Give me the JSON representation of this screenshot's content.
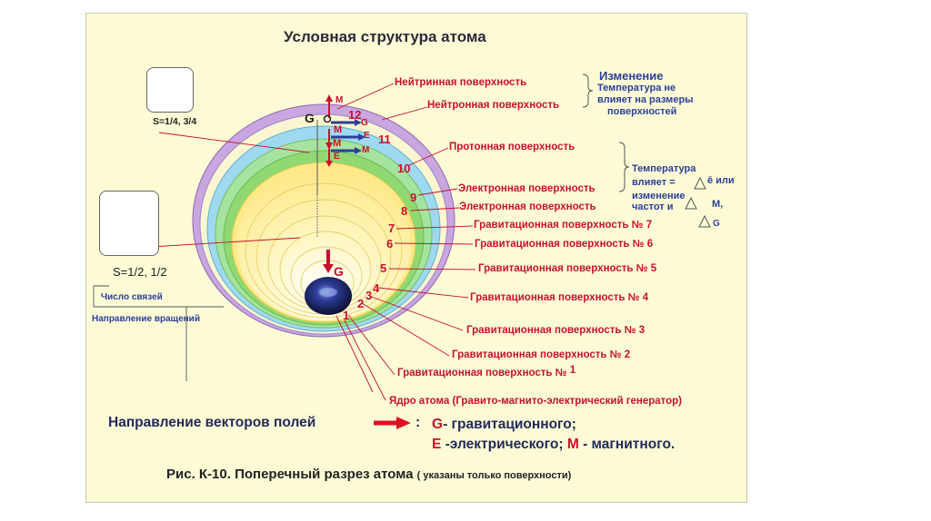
{
  "title": "Условная структура атома",
  "caption": {
    "main": "Рис. К-10. Поперечный разрез атома",
    "sub": "( указаны только поверхности)"
  },
  "right_notes": {
    "block1_title": "Изменение",
    "block1_text": [
      "Температура не",
      "влияет  на размеры",
      "поверхностей"
    ],
    "block2_text": [
      "Температура",
      "влияет  =",
      "изменение",
      "частот   и",
      "G"
    ],
    "block2_symbols": [
      "ē или",
      "M,"
    ]
  },
  "surfaces": [
    {
      "num": "12",
      "label": "Нейтринная поверхность"
    },
    {
      "num": "11",
      "label": "Нейтронная поверхность"
    },
    {
      "num": "10",
      "label": "Протонная поверхность"
    },
    {
      "num": "9",
      "label": "Электронная  поверхность"
    },
    {
      "num": "8",
      "label": "Электронная поверхность"
    },
    {
      "num": "7",
      "label": "Гравитационная поверхность № 7"
    },
    {
      "num": "6",
      "label": "Гравитационная поверхность № 6"
    },
    {
      "num": "5",
      "label": "Гравитационная поверхность № 5"
    },
    {
      "num": "4",
      "label": "Гравитационная поверхность № 4"
    },
    {
      "num": "3",
      "label": "Гравитационная поверхность № 3"
    },
    {
      "num": "2",
      "label": "Гравитационная поверхность № 2"
    },
    {
      "num": "1",
      "label": "Гравитационная поверхность №"
    },
    {
      "num": "",
      "label": "Ядро атома  (Гравито-магнито-электрический генератор)"
    }
  ],
  "surface1_suffix": "1",
  "vector_letters": {
    "g_outer": "G",
    "g_inner": "G",
    "m": "M",
    "e": "E"
  },
  "left_badges": {
    "s_top": "S=1/4, 3/4",
    "s_bottom": "S=1/2, 1/2",
    "links_label": "Число связей",
    "rotation_label": "Направление вращений"
  },
  "legend": {
    "prefix": "Направление векторов полей",
    "colon": ":",
    "g_letter": "G",
    "g_text": "- гравитационного;",
    "e_letter": "E",
    "e_text": " -электрического;",
    "m_letter": "M",
    "m_text": " - магнитного."
  },
  "colors": {
    "accent_red": "#c8102e",
    "label_blue": "#2b3f98",
    "ring_lavender": "#c9a6df",
    "ring_sky": "#9fd9f0",
    "ring_green": "#8fd872",
    "ring_yellow": "#fde98a",
    "nucleus": "#1a2a78"
  }
}
